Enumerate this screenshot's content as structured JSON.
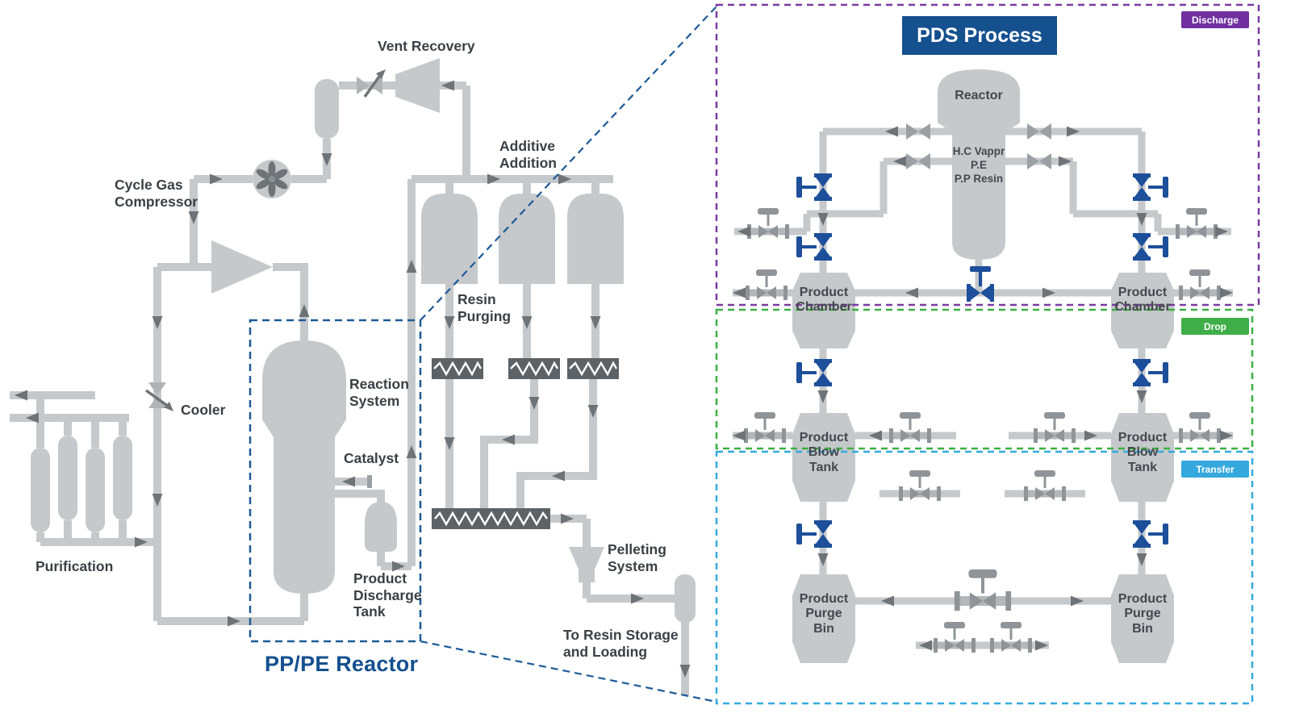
{
  "diagram": {
    "left": {
      "labels": {
        "vent_recovery": "Vent Recovery",
        "cycle_gas_compressor": "Cycle Gas\nCompressor",
        "additive_addition": "Additive\nAddition",
        "resin_purging": "Resin\nPurging",
        "reaction_system": "Reaction\nSystem",
        "cooler": "Cooler",
        "catalyst": "Catalyst",
        "product_discharge_tank": "Product\nDischarge\nTank",
        "purification": "Purification",
        "pelleting_system": "Pelleting\nSystem",
        "to_resin_storage": "To Resin Storage\nand Loading",
        "pp_pe_reactor": "PP/PE Reactor"
      }
    },
    "pds": {
      "title": "PDS Process",
      "badges": {
        "discharge": "Discharge",
        "drop": "Drop",
        "transfer": "Transfer"
      },
      "reactor_label": "Reactor",
      "reactor_contents": "H.C Vappr\nP.E\nP.P Resin",
      "vessels": {
        "product_chamber_left": "Product\nChamber",
        "product_chamber_right": "Product\nChamber",
        "product_blow_tank_left": "Product\nBlow\nTank",
        "product_blow_tank_right": "Product\nBlow\nTank",
        "product_purge_bin_left": "Product\nPurge\nBin",
        "product_purge_bin_right": "Product\nPurge\nBin"
      }
    },
    "colors": {
      "pipe": "#c6c9cb",
      "vessel": "#c6c9cb",
      "arrow": "#6e7377",
      "navy": "#15508f",
      "valve_blue": "#1d4f9a",
      "badge_discharge": "#7030a0",
      "badge_drop": "#3fae49",
      "badge_transfer": "#35a8dd",
      "box_discharge": "#7a3aa0",
      "box_drop": "#3cb043",
      "box_transfer": "#35aade",
      "dark_equipment": "#5d6266"
    }
  }
}
